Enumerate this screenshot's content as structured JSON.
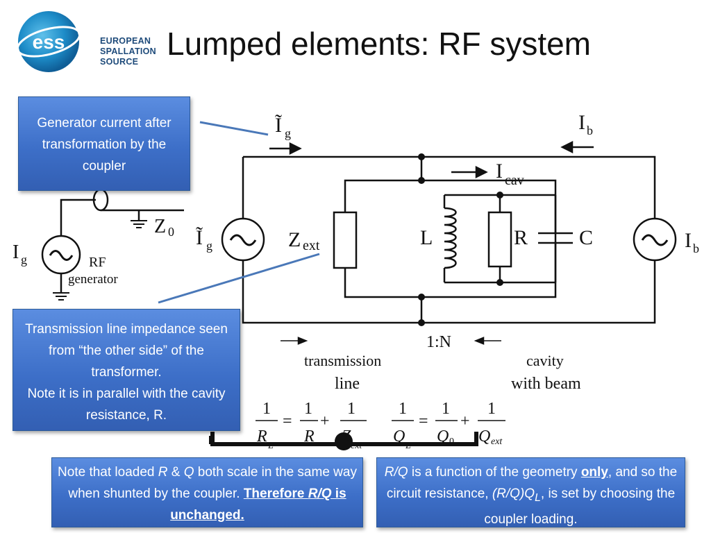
{
  "slide": {
    "title": "Lumped elements: RF system"
  },
  "logo": {
    "mark": "ess",
    "line1": "EUROPEAN",
    "line2": "SPALLATION",
    "line3": "SOURCE"
  },
  "callouts": {
    "generator_current": "Generator current after transformation by the coupler",
    "transmission_line_line1": "Transmission line impedance seen from “the other side” of the transformer.",
    "transmission_line_line2": "Note it is in parallel with the cavity resistance, R.",
    "loaded_rq": {
      "pre": "Note that loaded ",
      "r": "R",
      "amp": " & ",
      "q": "Q",
      "post": " both scale in the same way when shunted by the coupler. ",
      "therefore": "Therefore ",
      "rq": "R/Q",
      "unchanged": " is unchanged."
    },
    "rq_geometry": {
      "rq": "R/Q",
      "pre": " is a function of the geometry ",
      "only": "only",
      "mid": ", and so the circuit resistance, ",
      "rqql": "(R/Q)Q",
      "sub": "L",
      "post": ", is set by choosing the coupler loading."
    }
  },
  "circuit": {
    "ig_tilde_top": "Ĩ",
    "ig_tilde_top_sub": "g",
    "ib_top": "I",
    "ib_top_sub": "b",
    "icav": "I",
    "icav_sub": "cav",
    "z0": "Z",
    "z0_sub": "0",
    "ig": "I",
    "ig_sub": "g",
    "rf": "RF",
    "generator": "generator",
    "ig_tilde_left": "Ĩ",
    "ig_tilde_left_sub": "g",
    "zext": "Z",
    "zext_sub": "ext",
    "l": "L",
    "r": "R",
    "c": "C",
    "ib_right": "I",
    "ib_right_sub": "b",
    "ratio": "1:N",
    "transmission": "transmission",
    "line": "line",
    "cavity": "cavity",
    "with_beam": "with beam"
  },
  "equations": {
    "one": "1",
    "eq": "=",
    "plus": "+",
    "rl": "R",
    "rl_sub": "L",
    "r": "R",
    "zext": "Z",
    "zext_sub": "ext",
    "ql": "Q",
    "ql_sub": "L",
    "q0": "Q",
    "q0_sub": "0",
    "qext": "Q",
    "qext_sub": "ext"
  },
  "colors": {
    "callout_fill": "#3d6fc8",
    "callout_border": "#2d5b99",
    "pointer_line": "#4a78b8",
    "logo_blue": "#1d4a7a"
  }
}
